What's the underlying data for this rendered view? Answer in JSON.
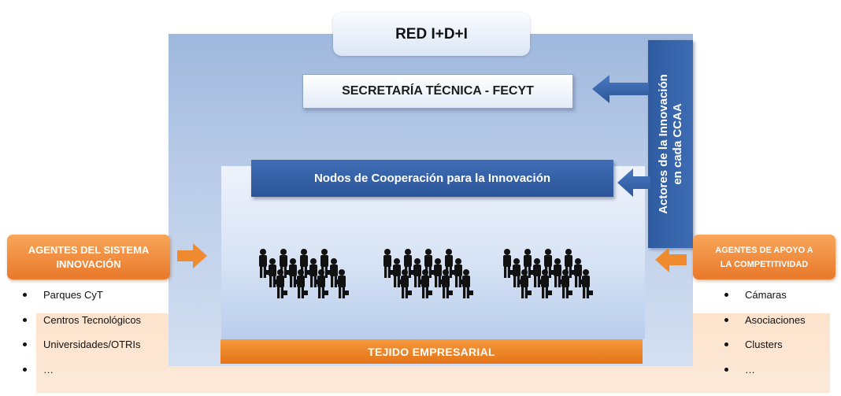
{
  "title": "RED I+D+I",
  "secretaria": "SECRETARÍA TÉCNICA - FECYT",
  "nodos": "Nodos de Cooperación para la Innovación",
  "actores": {
    "line1": "Actores de la Innovación",
    "line2": "en cada CCAA"
  },
  "tejido": "TEJIDO EMPRESARIAL",
  "left_box": {
    "line1": "AGENTES DEL SISTEMA",
    "line2": "INNOVACIÓN"
  },
  "right_box": {
    "line1": "AGENTES DE APOYO A",
    "line2": "LA COMPETITIVIDAD"
  },
  "left_items": [
    "Parques CyT",
    "Centros Tecnológicos",
    "Universidades/OTRIs",
    "…"
  ],
  "right_items": [
    "Cámaras",
    "Asociaciones",
    "Clusters",
    "…"
  ],
  "icons": {
    "blue_arrow": "arrow-left-icon",
    "orange_arrow_left": "arrow-right-icon",
    "orange_arrow_right": "arrow-left-icon",
    "people": "business-people-icon"
  },
  "colors": {
    "blue_dark": "#2c559a",
    "orange": "#f08a2e",
    "panel_blue": "#b9cbe8",
    "peach": "#fde6d2"
  }
}
